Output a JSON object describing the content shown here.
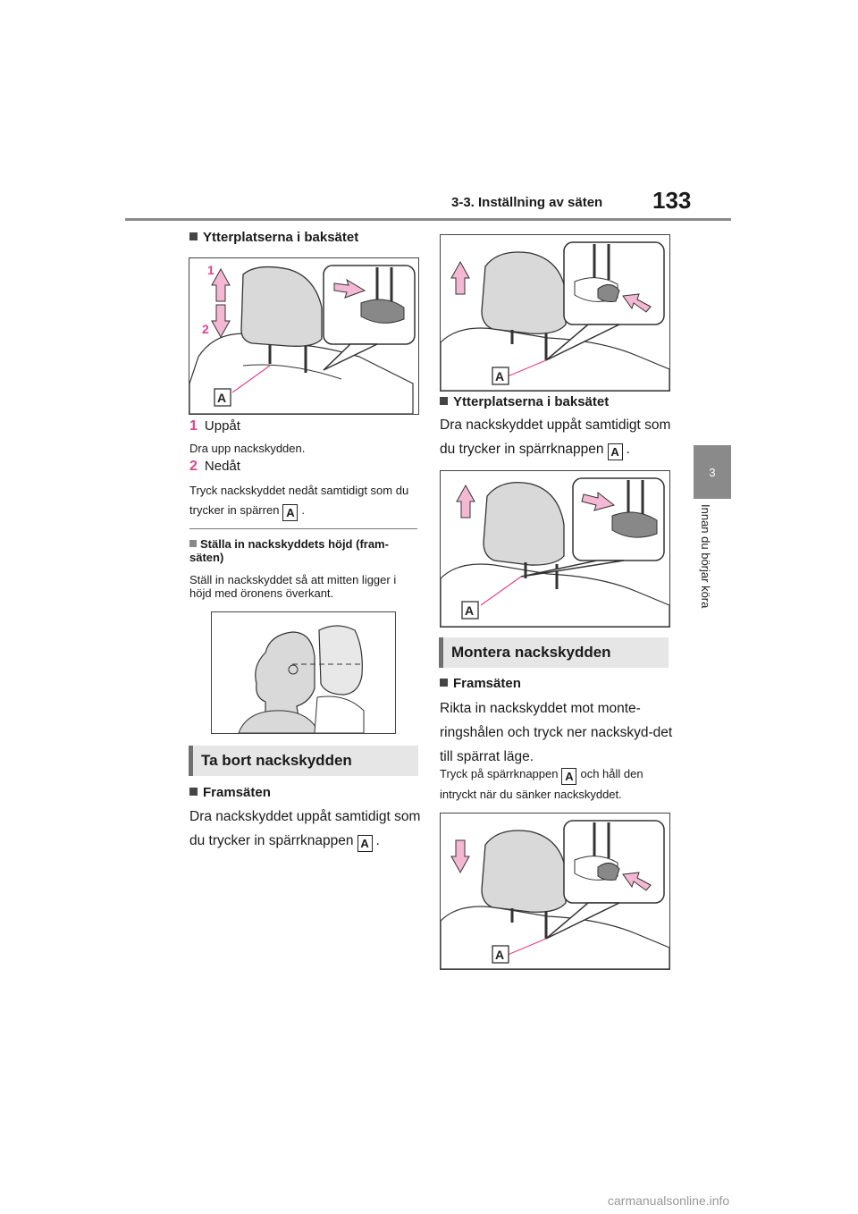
{
  "header": {
    "section_title": "3-3. Inställning av säten",
    "page_number": "133",
    "chapter_tab": "3",
    "chapter_label": "Innan du börjar köra"
  },
  "left": {
    "heading_rear": "Ytterplatserna i baksätet",
    "fig1": {
      "label_1": "1",
      "label_2": "2",
      "label_a": "A"
    },
    "step1": {
      "num": "1",
      "label": "Uppåt",
      "desc": "Dra upp nackskydden."
    },
    "step2": {
      "num": "2",
      "label": "Nedåt",
      "desc_before": "Tryck nackskyddet nedåt samtidigt som du trycker in spärren",
      "badge": "A",
      "desc_after": "."
    },
    "heading_height": "Ställa in nackskyddets höjd (fram-säten)",
    "height_text": "Ställ in nackskyddet så att mitten ligger i höjd med öronens överkant.",
    "section_remove": "Ta bort nackskydden",
    "heading_front": "Framsäten",
    "front_text_before": "Dra nackskyddet uppåt samtidigt som du trycker in spärrknappen",
    "front_badge": "A",
    "front_text_after": "."
  },
  "right": {
    "fig_top": {
      "label_a": "A"
    },
    "heading_rear": "Ytterplatserna i baksätet",
    "rear_text_before": "Dra nackskyddet uppåt samtidigt som du trycker in spärrknappen",
    "rear_badge": "A",
    "rear_text_after": ".",
    "fig_mid": {
      "label_a": "A"
    },
    "section_install": "Montera nackskydden",
    "heading_front": "Framsäten",
    "install_text": "Rikta in nackskyddet mot monte-ringshålen och tryck ner nackskyd-det till spärrat läge.",
    "press_before": "Tryck på spärrknappen",
    "press_badge": "A",
    "press_after": "och håll den intryckt när du sänker nackskyddet.",
    "fig_bottom": {
      "label_a": "A"
    }
  },
  "colors": {
    "accent_pink": "#e0448c",
    "tab_gray": "#8a8a8a",
    "section_bg": "#e6e6e6"
  },
  "footer": {
    "watermark": "carmanualsonline.info"
  }
}
